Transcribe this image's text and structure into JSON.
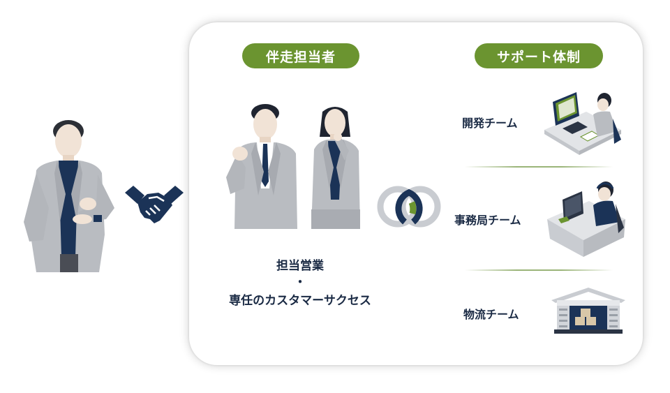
{
  "left_section": {
    "heading": "伴走担当者",
    "role_line1": "担当営業",
    "role_separator": "・",
    "role_line2": "専任のカスタマーサクセス"
  },
  "right_section": {
    "heading": "サポート体制",
    "teams": [
      {
        "label": "開発チーム",
        "icon": "developer-at-computer-icon"
      },
      {
        "label": "事務局チーム",
        "icon": "operator-with-headset-icon"
      },
      {
        "label": "物流チーム",
        "icon": "warehouse-icon"
      }
    ]
  },
  "colors": {
    "accent_green": "#6b9430",
    "navy": "#1b3357",
    "suit_gray": "#b9bcc1",
    "text_dark": "#1a2a44"
  }
}
